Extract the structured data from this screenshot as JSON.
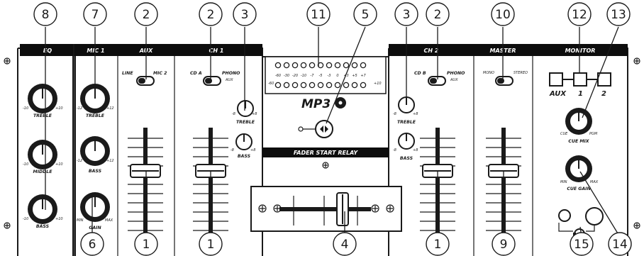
{
  "headers": {
    "eq": "EQ",
    "mic1": "MIC 1",
    "aux": "AUX",
    "ch1": "CH 1",
    "ch2": "CH 2",
    "master": "MASTER",
    "monitor": "MONITOR",
    "fader_start": "FADER START RELAY"
  },
  "eq": {
    "treble": "TREBLE",
    "middle": "MIDDLE",
    "bass": "BASS",
    "min": "-10",
    "max": "+10"
  },
  "mic1": {
    "treble": "TREBLE",
    "bass": "BASS",
    "gain": "GAIN",
    "min": "-12",
    "max": "+12",
    "gain_min": "MIN",
    "gain_max": "MAX"
  },
  "aux_switch": {
    "left": "LINE",
    "right": "MIC 2"
  },
  "ch1_switch": {
    "left": "CD A",
    "right": "PHONO",
    "right_sub": "AUX"
  },
  "ch1_eq": {
    "treble": "TREBLE",
    "bass": "BASS",
    "min": "-8",
    "max": "+8"
  },
  "ch2_switch": {
    "left": "CD B",
    "right": "PHONO",
    "right_sub": "AUX"
  },
  "ch2_eq": {
    "treble": "TREBLE",
    "bass": "BASS",
    "min": "-8",
    "max": "+8"
  },
  "master_switch": {
    "left": "MONO",
    "right": "STEREO"
  },
  "meter": {
    "scale": [
      "-60",
      "-30",
      "-20",
      "-10",
      "-7",
      "-5",
      "-3",
      "0",
      "+3",
      "+5",
      "+7"
    ],
    "left_label": "-60",
    "right_label": "+10",
    "logo": "MP3"
  },
  "monitor": {
    "sources": [
      "AUX",
      "1",
      "2"
    ],
    "cue_mix": "CUE MIX",
    "cue_mix_min": "CUE",
    "cue_mix_max": "PGM",
    "cue_gain": "CUE GAIN",
    "cue_gain_min": "MIN",
    "cue_gain_max": "MAX"
  },
  "callouts": {
    "c8": "8",
    "c7": "7",
    "c2a": "2",
    "c2b": "2",
    "c3a": "3",
    "c11": "11",
    "c5": "5",
    "c3b": "3",
    "c2c": "2",
    "c10": "10",
    "c12": "12",
    "c13": "13",
    "c6": "6",
    "c1a": "1",
    "c1b": "1",
    "c4": "4",
    "c1c": "1",
    "c9": "9",
    "c15": "15",
    "c14": "14"
  }
}
